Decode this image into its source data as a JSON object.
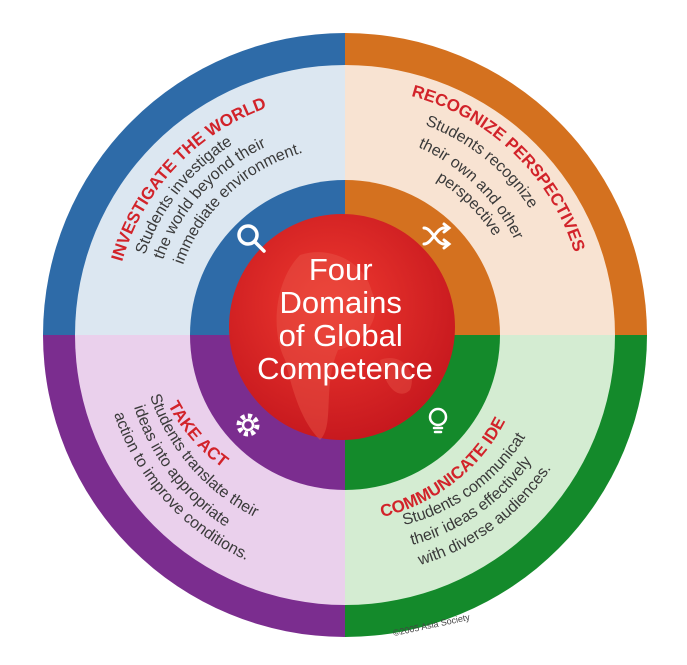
{
  "center": {
    "lines": [
      "Four",
      "Domains",
      "of Global",
      "Competence"
    ]
  },
  "quadrants": {
    "investigate": {
      "title": "INVESTIGATE THE WORLD",
      "lines": [
        "Students investigate",
        "the world beyond their",
        "immediate environment."
      ],
      "icon": "magnifier-icon"
    },
    "recognize": {
      "title": "RECOGNIZE PERSPECTIVES",
      "lines": [
        "Students recognize",
        "their own and others'",
        "perspectives."
      ],
      "icon": "shuffle-arrows-icon"
    },
    "action": {
      "title": "TAKE ACTION",
      "lines": [
        "Students translate their",
        "ideas into appropriate",
        "action to improve conditions."
      ],
      "icon": "gear-icon"
    },
    "communicate": {
      "title": "COMMUNICATE IDEAS",
      "lines": [
        "Students communicate",
        "their ideas effectively",
        "with diverse audiences."
      ],
      "icon": "lightbulb-icon"
    }
  },
  "copyright": "©2005 Asia Society",
  "colors": {
    "blue": "#2e6ba8",
    "orange": "#d4711f",
    "purple": "#7b2d8f",
    "green": "#148a2b",
    "red": "#d91f26"
  }
}
